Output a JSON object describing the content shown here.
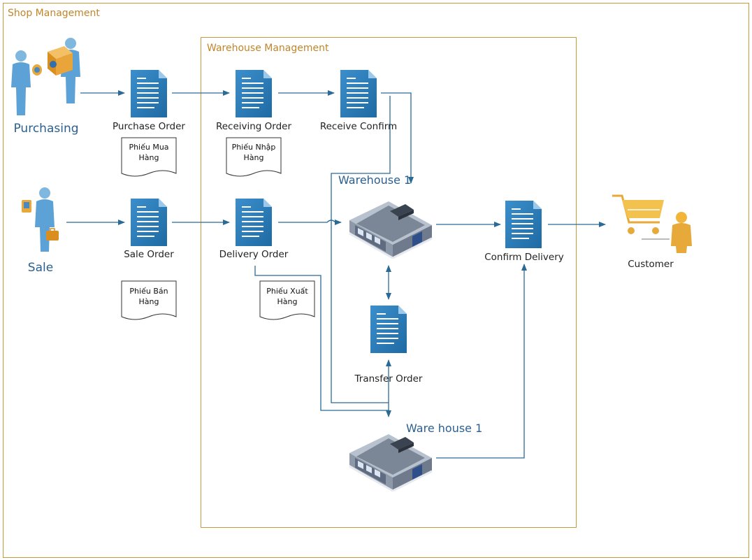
{
  "frames": {
    "shop": "Shop Management",
    "warehouse": "Warehouse Management"
  },
  "actors": {
    "purchasing": "Purchasing",
    "sale": "Sale",
    "customer": "Customer"
  },
  "docs": {
    "purchase_order": "Purchase Order",
    "receiving_order": "Receiving Order",
    "receive_confirm": "Receive Confirm",
    "sale_order": "Sale Order",
    "delivery_order": "Delivery Order",
    "confirm_delivery": "Confirm Delivery",
    "transfer_order": "Transfer Order"
  },
  "warehouses": {
    "top": "Warehouse 1",
    "bottom": "Ware house 1"
  },
  "notes": {
    "phieu_mua": [
      "Phiếu Mua",
      "Hàng"
    ],
    "phieu_nhap": [
      "Phiếu Nhập",
      "Hàng"
    ],
    "phieu_ban": [
      "Phiếu Bán",
      "Hàng"
    ],
    "phieu_xuat": [
      "Phiếu Xuất",
      "Hàng"
    ]
  },
  "colors": {
    "frame_border": "#c49a3a",
    "frame_title": "#c0862a",
    "doc_blue": "#2f7db8",
    "arrow": "#2a6a96",
    "actor_label": "#2a5f8f"
  }
}
